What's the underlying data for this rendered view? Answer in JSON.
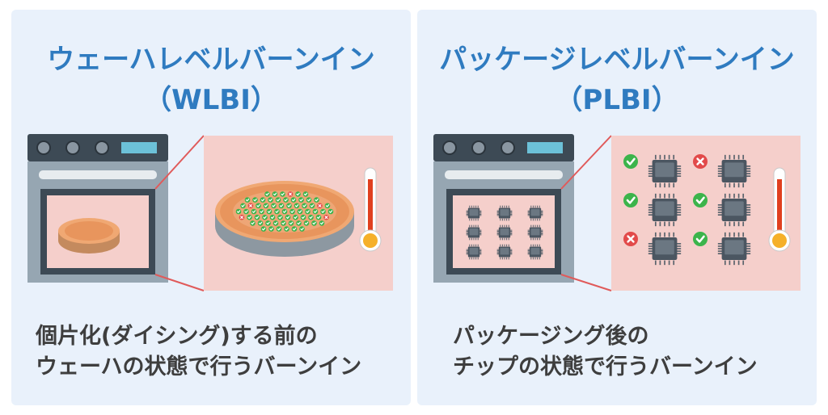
{
  "left_panel": {
    "title_line1": "ウェーハレベルバーンイン",
    "title_line2": "（WLBI）",
    "desc_line1": "個片化(ダイシング)する前の",
    "desc_line2": "ウェーハの状態で行うバーンイン"
  },
  "right_panel": {
    "title_line1": "パッケージレベルバーンイン",
    "title_line2": "（PLBI）",
    "desc_line1": "パッケージング後の",
    "desc_line2": "チップの状態で行うバーンイン"
  },
  "colors": {
    "panel_bg": "#e9f1fb",
    "title": "#2f7bc0",
    "desc_text": "#3e3e3e",
    "zoom_bg": "#f5cfcb",
    "pass_check": "#3cb44b",
    "fail_mark": "#e24a4a"
  }
}
